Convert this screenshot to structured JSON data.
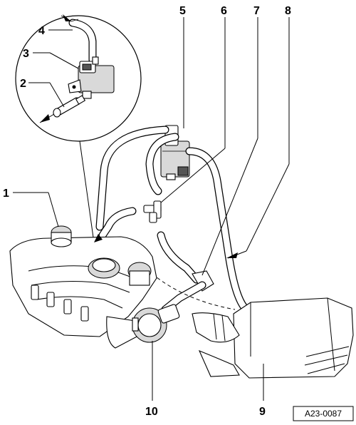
{
  "figure": {
    "reference_code": "A23-0087"
  },
  "callouts": [
    {
      "id": "1",
      "label": "1"
    },
    {
      "id": "2",
      "label": "2"
    },
    {
      "id": "3",
      "label": "3"
    },
    {
      "id": "4",
      "label": "4"
    },
    {
      "id": "5",
      "label": "5"
    },
    {
      "id": "6",
      "label": "6"
    },
    {
      "id": "7",
      "label": "7"
    },
    {
      "id": "8",
      "label": "8"
    },
    {
      "id": "9",
      "label": "9"
    },
    {
      "id": "10",
      "label": "10"
    }
  ]
}
